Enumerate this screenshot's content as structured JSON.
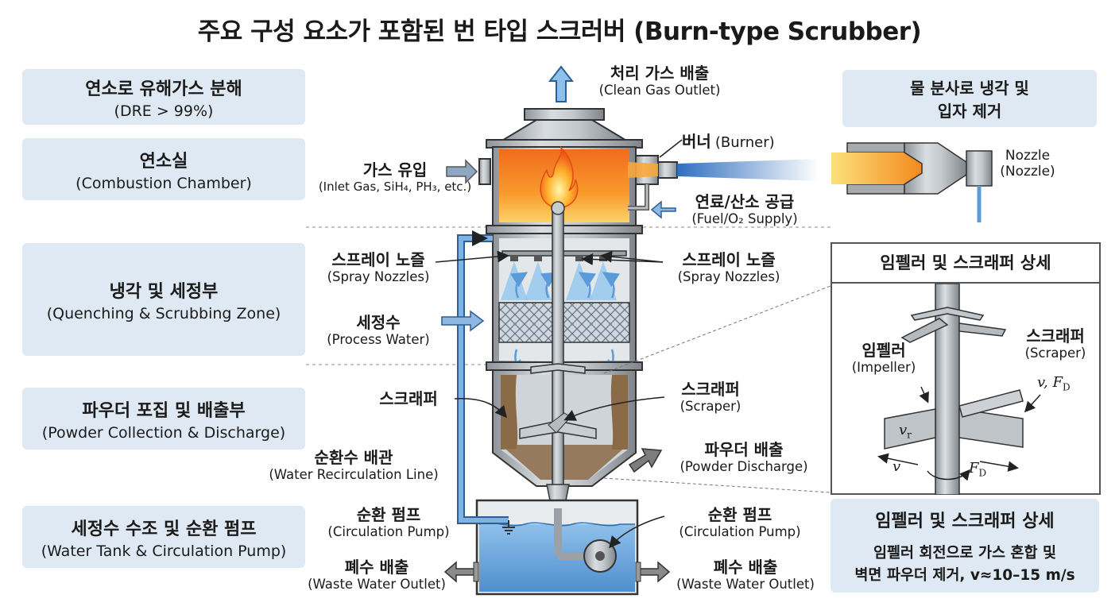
{
  "title": "주요 구성 요소가 포함된 번 타입 스크러버 (Burn-type Scrubber)",
  "zones": [
    {
      "ko": "연소로 유해가스 분해",
      "en": "(DRE > 99%)"
    },
    {
      "ko": "연소실",
      "en": "(Combustion Chamber)"
    },
    {
      "ko": "냉각 및 세정부",
      "en": "(Quenching & Scrubbing Zone)"
    },
    {
      "ko": "파우더 포집 및 배출부",
      "en": "(Powder Collection & Discharge)"
    },
    {
      "ko": "세정수 수조 및 순환 펌프",
      "en": "(Water Tank & Circulation Pump)"
    }
  ],
  "labels": {
    "clean_gas": {
      "ko": "처리 가스 배출",
      "en": "(Clean Gas Outlet)"
    },
    "burner": {
      "ko": "버너",
      "en": "(Burner)"
    },
    "inlet_gas": {
      "ko": "가스 유입",
      "en": "(Inlet Gas, SiH₄, PH₃, etc.)"
    },
    "fuel_supply": {
      "ko": "연료/산소 공급",
      "en": "(Fuel/O₂ Supply)"
    },
    "spray_left": {
      "ko": "스프레이 노즐",
      "en": "(Spray Nozzles)"
    },
    "spray_right": {
      "ko": "스프레이 노즐",
      "en": "(Spray Nozzles)"
    },
    "process_water": {
      "ko": "세정수",
      "en": "(Process Water)"
    },
    "scraper_left": {
      "ko": "스크래퍼"
    },
    "scraper_right": {
      "ko": "스크래퍼",
      "en": "(Scraper)"
    },
    "recirc_line": {
      "ko": "순환수 배관",
      "en": "(Water Recirculation Line)"
    },
    "powder_discharge": {
      "ko": "파우더 배출",
      "en": "(Powder Discharge)"
    },
    "pump_left": {
      "ko": "순환 펌프",
      "en": "(Circulation Pump)"
    },
    "pump_right": {
      "ko": "순환 펌프",
      "en": "(Circulation Pump)"
    },
    "waste_left": {
      "ko": "폐수 배출",
      "en": "(Waste Water Outlet)"
    },
    "waste_right": {
      "ko": "폐수 배출",
      "en": "(Waste Water Outlet)"
    }
  },
  "nozzle_box": {
    "ko_line1": "물 분사로 냉각 및",
    "ko_line2": "입자 제거",
    "nozzle1": "Nozzle",
    "nozzle2": "(Nozzle)"
  },
  "detail": {
    "header": "임펠러 및 스크래퍼 상세",
    "impeller_ko": "임펠러",
    "impeller_en": "(Impeller)",
    "scraper_ko": "스크래퍼",
    "scraper_en": "(Scraper)",
    "sym_v_fd": "v, F",
    "sym_vr": "v",
    "sym_v": "v",
    "sym_fd": "F",
    "sub_d": "D",
    "sub_r": "r"
  },
  "detail_caption": {
    "header": "임펠러 및 스크래퍼 상세",
    "line1": "임펠러 회전으로 가스 혼합 및",
    "line2": "벽면 파우더 제거, v≈10–15 m/s"
  },
  "colors": {
    "zone_bg": "#dfe9f3",
    "steel": "#b9bec3",
    "flame": "#f7941d",
    "water": "#6aa6dc",
    "pipe": "#7fb2e5",
    "powder": "#8b6a48"
  }
}
